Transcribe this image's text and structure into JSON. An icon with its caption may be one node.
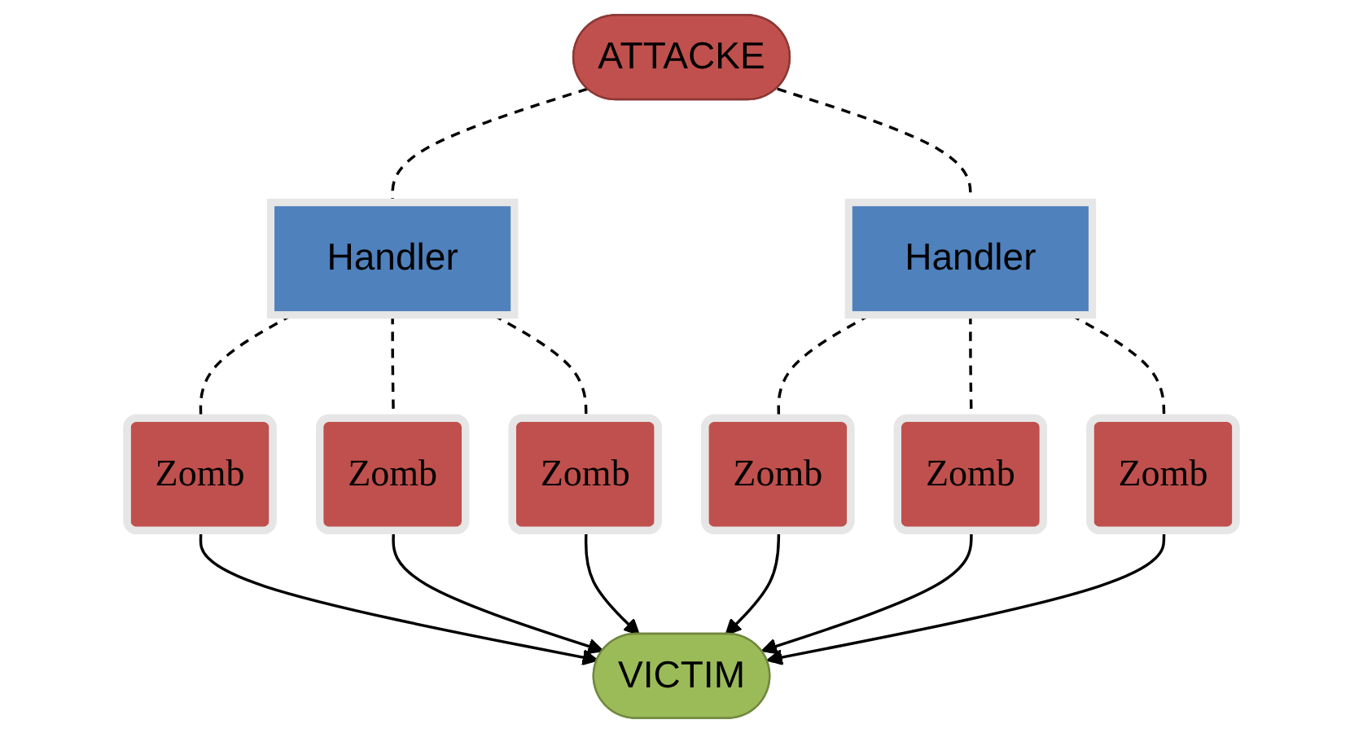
{
  "diagram": {
    "nodes": [
      {
        "text": [
          "ATTACKE"
        ]
      },
      {
        "text": [
          "Handler"
        ]
      },
      {
        "text": [
          "Handler"
        ]
      },
      {
        "text": [
          "Zomb"
        ]
      },
      {
        "text": [
          "Zomb"
        ]
      },
      {
        "text": [
          "Zomb"
        ]
      },
      {
        "text": [
          "Zomb"
        ]
      },
      {
        "text": [
          "Zomb"
        ]
      },
      {
        "text": [
          "Zomb"
        ]
      },
      {
        "text": [
          "VICTIM"
        ]
      }
    ],
    "edges": [
      {
        "from": 0,
        "to": 1,
        "arrow": "none",
        "style": "dashed"
      },
      {
        "from": 0,
        "to": 2,
        "arrow": "none",
        "style": "dashed"
      },
      {
        "from": 1,
        "to": 3,
        "arrow": "none",
        "style": "dashed"
      },
      {
        "from": 1,
        "to": 4,
        "arrow": "none",
        "style": "dashed"
      },
      {
        "from": 1,
        "to": 5,
        "arrow": "none",
        "style": "dashed"
      },
      {
        "from": 2,
        "to": 6,
        "arrow": "none",
        "style": "dashed"
      },
      {
        "from": 2,
        "to": 7,
        "arrow": "none",
        "style": "dashed"
      },
      {
        "from": 2,
        "to": 8,
        "arrow": "none",
        "style": "dashed"
      },
      {
        "from": 3,
        "to": 9,
        "arrow": "to"
      },
      {
        "from": 4,
        "to": 9,
        "arrow": "to"
      },
      {
        "from": 5,
        "to": 9,
        "arrow": "to"
      },
      {
        "from": 6,
        "to": 9,
        "arrow": "to"
      },
      {
        "from": 7,
        "to": 9,
        "arrow": "to"
      },
      {
        "from": 8,
        "to": 9,
        "arrow": "to"
      }
    ]
  }
}
